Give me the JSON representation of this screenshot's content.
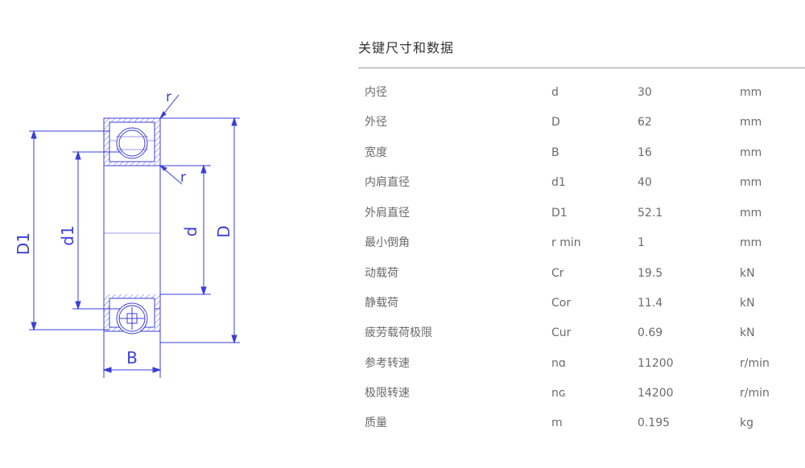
{
  "drawing": {
    "labels": {
      "D1": "D1",
      "d1": "d1",
      "d": "d",
      "D": "D",
      "B": "B",
      "r_top": "r",
      "r_inner": "r"
    },
    "line_color": "#3a3fd6"
  },
  "spec": {
    "title": "关键尺寸和数据",
    "rows": [
      {
        "label": "内径",
        "symbol": "d",
        "value": "30",
        "unit": "mm"
      },
      {
        "label": "外径",
        "symbol": "D",
        "value": "62",
        "unit": "mm"
      },
      {
        "label": "宽度",
        "symbol": "B",
        "value": "16",
        "unit": "mm"
      },
      {
        "label": "内肩直径",
        "symbol": "d1",
        "value": "40",
        "unit": "mm"
      },
      {
        "label": "外肩直径",
        "symbol": "D1",
        "value": "52.1",
        "unit": "mm"
      },
      {
        "label": "最小倒角",
        "symbol": "r min",
        "value": "1",
        "unit": "mm"
      },
      {
        "label": "动载荷",
        "symbol": "Cr",
        "value": "19.5",
        "unit": "kN"
      },
      {
        "label": "静载荷",
        "symbol": "Cor",
        "value": "11.4",
        "unit": "kN"
      },
      {
        "label": "疲劳载荷极限",
        "symbol": "Cur",
        "value": "0.69",
        "unit": "kN"
      },
      {
        "label": "参考转速",
        "symbol": "nɑ",
        "value": "11200",
        "unit": "r/min"
      },
      {
        "label": "极限转速",
        "symbol": "nɢ",
        "value": "14200",
        "unit": "r/min"
      },
      {
        "label": "质量",
        "symbol": "m",
        "value": "0.195",
        "unit": "kg"
      }
    ]
  }
}
